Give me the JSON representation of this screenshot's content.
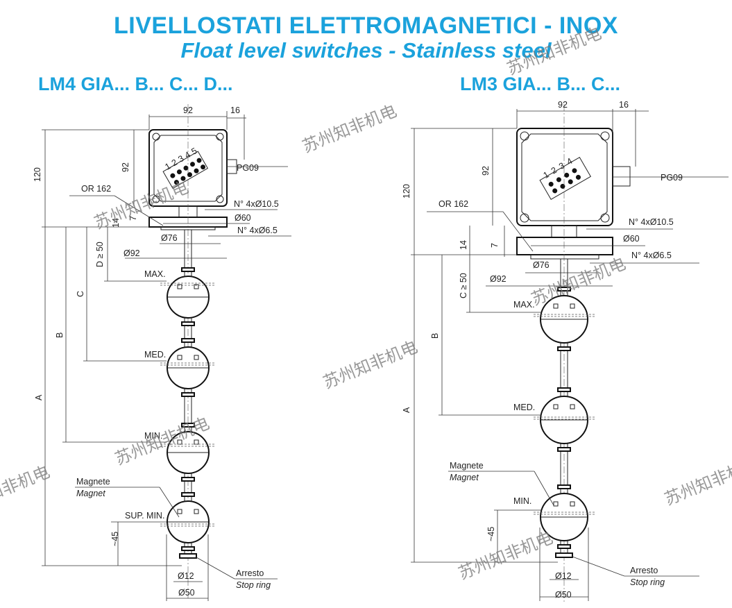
{
  "header": {
    "title_it": "LIVELLOSTATI ELETTROMAGNETICI - INOX",
    "title_en": "Float level switches - Stainless steel"
  },
  "colors": {
    "accent": "#1ba2dc"
  },
  "left": {
    "model": "LM4 GIA... B... C... D...",
    "dims": {
      "w92": "92",
      "w16": "16",
      "h120": "120",
      "h92": "92",
      "or": "OR 162",
      "h7": "7",
      "h14": "14",
      "holes1": "N° 4xØ10.5",
      "d60": "Ø60",
      "holes2": "N° 4xØ6.5",
      "d76": "Ø76",
      "d92": "Ø92",
      "pg": "PG09",
      "D": "D ≥ 50",
      "C": "C",
      "B": "B",
      "A": "A",
      "h45": "~45",
      "d12": "Ø12",
      "d50": "Ø50"
    },
    "levels": {
      "max": "MAX.",
      "med": "MED.",
      "min": "MIN.",
      "supmin": "SUP. MIN."
    },
    "terminals": [
      "1",
      "2",
      "3",
      "4",
      "5"
    ],
    "magnet_it": "Magnete",
    "magnet_en": "Magnet",
    "stop_it": "Arresto",
    "stop_en": "Stop ring"
  },
  "right": {
    "model": "LM3 GIA... B... C...",
    "dims": {
      "w92": "92",
      "w16": "16",
      "h120": "120",
      "h92": "92",
      "or": "OR 162",
      "h7": "7",
      "h14": "14",
      "holes1": "N° 4xØ10.5",
      "d60": "Ø60",
      "holes2": "N° 4xØ6.5",
      "d76": "Ø76",
      "d92": "Ø92",
      "pg": "PG09",
      "C": "C ≥ 50",
      "B": "B",
      "A": "A",
      "h45": "~45",
      "d12": "Ø12",
      "d50": "Ø50"
    },
    "levels": {
      "max": "MAX.",
      "med": "MED.",
      "min": "MIN."
    },
    "terminals": [
      "1",
      "2",
      "3",
      "4"
    ],
    "magnet_it": "Magnete",
    "magnet_en": "Magnet",
    "stop_it": "Arresto",
    "stop_en": "Stop ring"
  },
  "watermark": "苏州知非机电"
}
